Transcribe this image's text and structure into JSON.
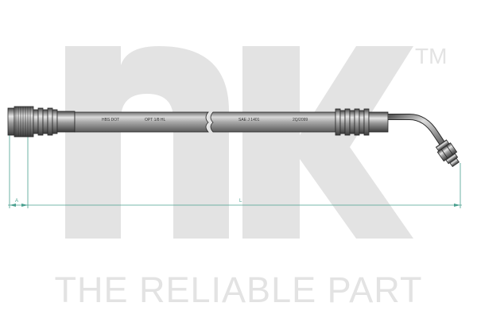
{
  "watermark": {
    "brand_logo": "NK",
    "trademark": "TM",
    "slogan": "THE RELIABLE PART"
  },
  "hose": {
    "markings": [
      "HBS DOT",
      "OPT 1/8 HL",
      "SAE J 1401",
      "2Q/2099"
    ]
  },
  "dimensions": {
    "a_label": "A",
    "l_label": "L"
  },
  "colors": {
    "watermark": "#e3e3e3",
    "dimension_line": "#4aa08f",
    "hose_body": "#8f8f8f",
    "outline": "#2a2a2a"
  }
}
